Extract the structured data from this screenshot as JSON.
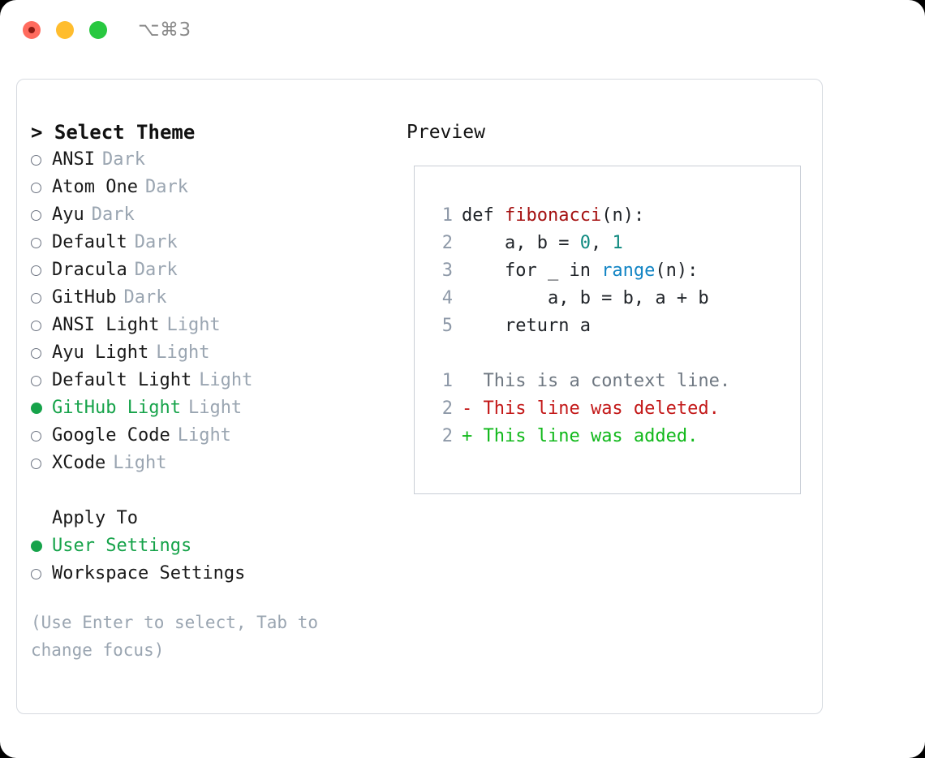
{
  "titlebar": {
    "shortcut": "⌥⌘3",
    "lights": [
      {
        "name": "close",
        "color": "#ff6b5e"
      },
      {
        "name": "minimize",
        "color": "#ffbd2e"
      },
      {
        "name": "maximize",
        "color": "#28c840"
      }
    ]
  },
  "theme_panel": {
    "heading": "> Select Theme",
    "items": [
      {
        "name": "ANSI",
        "tag": "Dark",
        "selected": false
      },
      {
        "name": "Atom One",
        "tag": "Dark",
        "selected": false
      },
      {
        "name": "Ayu",
        "tag": "Dark",
        "selected": false
      },
      {
        "name": "Default",
        "tag": "Dark",
        "selected": false
      },
      {
        "name": "Dracula",
        "tag": "Dark",
        "selected": false
      },
      {
        "name": "GitHub",
        "tag": "Dark",
        "selected": false
      },
      {
        "name": "ANSI Light",
        "tag": "Light",
        "selected": false
      },
      {
        "name": "Ayu Light",
        "tag": "Light",
        "selected": false
      },
      {
        "name": "Default Light",
        "tag": "Light",
        "selected": false
      },
      {
        "name": "GitHub Light",
        "tag": "Light",
        "selected": true
      },
      {
        "name": "Google Code",
        "tag": "Light",
        "selected": false
      },
      {
        "name": "XCode",
        "tag": "Light",
        "selected": false
      }
    ],
    "apply_to": {
      "heading": "Apply To",
      "options": [
        {
          "name": "User Settings",
          "selected": true
        },
        {
          "name": "Workspace Settings",
          "selected": false
        }
      ]
    },
    "hint": "(Use Enter to select, Tab to change focus)"
  },
  "preview_panel": {
    "heading": "Preview",
    "code_lines": [
      {
        "lineno": "1",
        "tokens": [
          {
            "text": "def ",
            "style": "plain"
          },
          {
            "text": "fibonacci",
            "style": "func"
          },
          {
            "text": "(n):",
            "style": "plain"
          }
        ]
      },
      {
        "lineno": "2",
        "tokens": [
          {
            "text": "    a, b = ",
            "style": "plain"
          },
          {
            "text": "0",
            "style": "num"
          },
          {
            "text": ", ",
            "style": "plain"
          },
          {
            "text": "1",
            "style": "num"
          }
        ]
      },
      {
        "lineno": "3",
        "tokens": [
          {
            "text": "    for _ in ",
            "style": "plain"
          },
          {
            "text": "range",
            "style": "call"
          },
          {
            "text": "(n):",
            "style": "plain"
          }
        ]
      },
      {
        "lineno": "4",
        "tokens": [
          {
            "text": "        a, b = b, a + b",
            "style": "plain"
          }
        ]
      },
      {
        "lineno": "5",
        "tokens": [
          {
            "text": "    return a",
            "style": "plain"
          }
        ]
      }
    ],
    "diff_lines": [
      {
        "lineno": "1",
        "marker": " ",
        "text": "This is a context line.",
        "kind": "ctx"
      },
      {
        "lineno": "2",
        "marker": "-",
        "text": "This line was deleted.",
        "kind": "del"
      },
      {
        "lineno": "2",
        "marker": "+",
        "text": "This line was added.",
        "kind": "add"
      }
    ]
  },
  "colors": {
    "accent_green": "#16a34a",
    "muted": "#9aa5b1",
    "diff_add": "#10b81a",
    "diff_del": "#c31818",
    "syntax_func": "#a51111",
    "syntax_num": "#0f8a80",
    "syntax_call": "#1184c4"
  }
}
